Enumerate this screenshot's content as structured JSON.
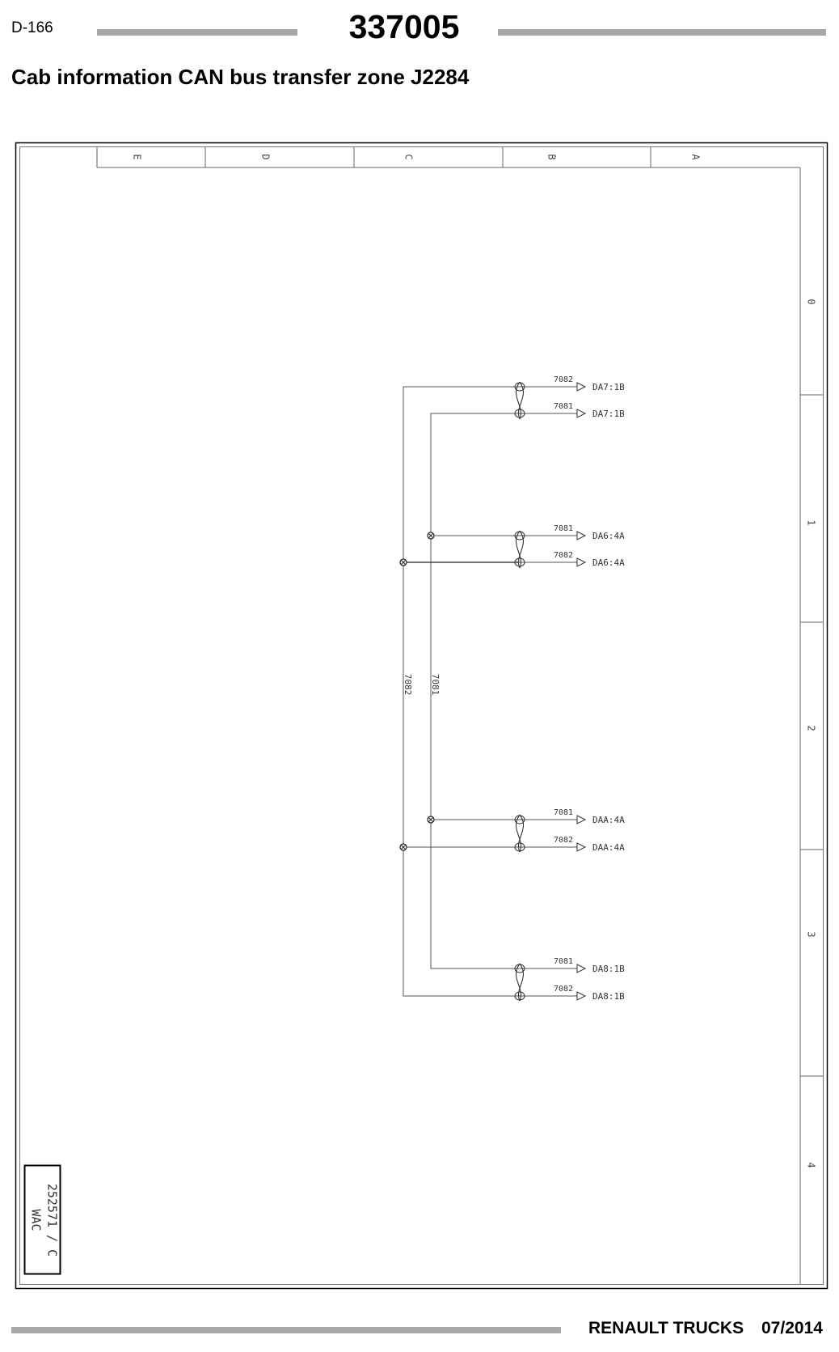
{
  "header": {
    "page_ref": "D-166",
    "doc_number": "337005",
    "title": "Cab information CAN bus transfer zone J2284"
  },
  "frame": {
    "columns": [
      "E",
      "D",
      "C",
      "B",
      "A"
    ],
    "rows": [
      "0",
      "1",
      "2",
      "3",
      "4"
    ]
  },
  "stamp": {
    "line1": "252571 / C",
    "line2": "WAC"
  },
  "vertical_wires": {
    "left": "7082",
    "right": "7081"
  },
  "connections": [
    {
      "top": {
        "wire": "7082",
        "dest": "DA7:1B"
      },
      "bottom": {
        "wire": "7081",
        "dest": "DA7:1B"
      }
    },
    {
      "top": {
        "wire": "7081",
        "dest": "DA6:4A"
      },
      "bottom": {
        "wire": "7082",
        "dest": "DA6:4A"
      }
    },
    {
      "top": {
        "wire": "7081",
        "dest": "DAA:4A"
      },
      "bottom": {
        "wire": "7082",
        "dest": "DAA:4A"
      }
    },
    {
      "top": {
        "wire": "7081",
        "dest": "DA8:1B"
      },
      "bottom": {
        "wire": "7082",
        "dest": "DA8:1B"
      }
    }
  ],
  "footer": {
    "brand": "RENAULT TRUCKS",
    "date": "07/2014"
  }
}
